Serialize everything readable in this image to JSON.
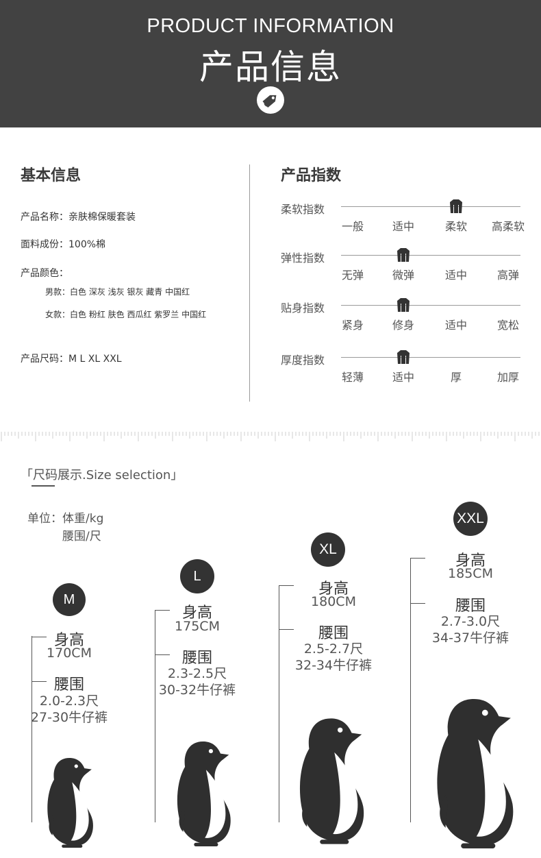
{
  "header": {
    "title_en": "PRODUCT INFORMATION",
    "title_cn": "产品信息",
    "icon": "price-tag-icon"
  },
  "basic": {
    "title": "基本信息",
    "name_line": "产品名称：亲肤棉保暖套装",
    "fabric_line": "面料成份：100%棉",
    "color_label": "产品颜色：",
    "male_line": "男款：白色  深灰  浅灰  银灰  藏青  中国红",
    "female_line": "女款：白色  粉红  肤色  西瓜红  紫罗兰  中国红",
    "size_line": "产品尺码：M  L  XL  XXL"
  },
  "indices": {
    "title": "产品指数",
    "rows": [
      {
        "label": "柔软指数",
        "options": [
          "一般",
          "适中",
          "柔软",
          "高柔软"
        ],
        "selected": 2
      },
      {
        "label": "弹性指数",
        "options": [
          "无弹",
          "微弹",
          "适中",
          "高弹"
        ],
        "selected": 1
      },
      {
        "label": "贴身指数",
        "options": [
          "紧身",
          "修身",
          "适中",
          "宽松"
        ],
        "selected": 1
      },
      {
        "label": "厚度指数",
        "options": [
          "轻薄",
          "适中",
          "厚",
          "加厚"
        ],
        "selected": 1
      }
    ]
  },
  "sizes": {
    "title": "「尺码展示.Size selection」",
    "unit_line1": "单位：体重/kg",
    "unit_line2": "腰围/尺",
    "height_label": "身高",
    "waist_label": "腰围",
    "items": [
      {
        "size": "M",
        "height": "170CM",
        "waist": "2.0-2.3尺",
        "jeans": "27-30牛仔裤"
      },
      {
        "size": "L",
        "height": "175CM",
        "waist": "2.3-2.5尺",
        "jeans": "30-32牛仔裤"
      },
      {
        "size": "XL",
        "height": "180CM",
        "waist": "2.5-2.7尺",
        "jeans": "32-34牛仔裤"
      },
      {
        "size": "XXL",
        "height": "185CM",
        "waist": "2.7-3.0尺",
        "jeans": "34-37牛仔裤"
      }
    ]
  },
  "colors": {
    "header_bg": "#424242",
    "badge": "#333333",
    "penguin": "#2f2f2f"
  }
}
